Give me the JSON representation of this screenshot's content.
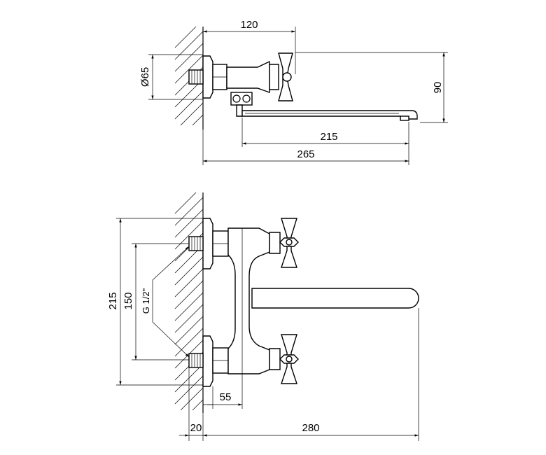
{
  "top_view": {
    "dims": {
      "handle_offset": "120",
      "flange_diameter": "Ø65",
      "height": "90",
      "spout_length": "215",
      "overall_length": "265"
    }
  },
  "front_view": {
    "dims": {
      "overall_height": "215",
      "inlet_spacing": "150",
      "thread": "G 1/2\"",
      "depth": "55",
      "wall_offset": "20",
      "spout_reach": "280"
    }
  }
}
